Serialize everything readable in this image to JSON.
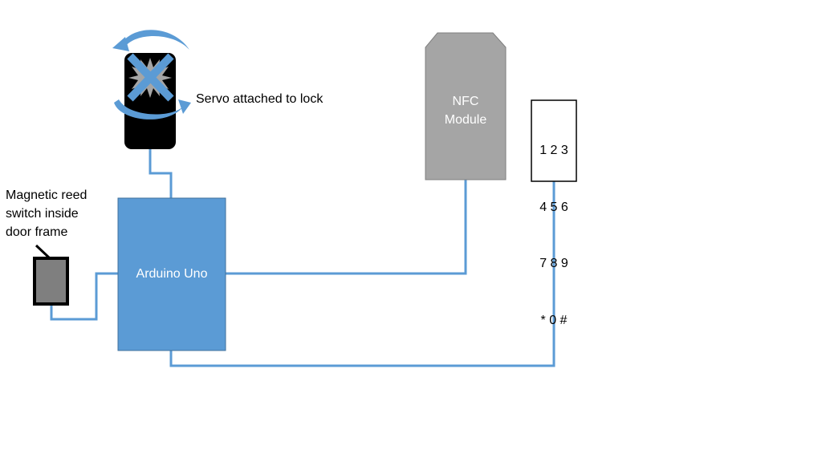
{
  "colors": {
    "arduino_fill": "#5b9bd5",
    "arduino_border": "#41719c",
    "wire": "#5b9bd5",
    "nfc_fill": "#a5a5a5",
    "nfc_border": "#7f7f7f",
    "servo_body": "#000000",
    "servo_cross": "#5b9bd5",
    "reed_fill": "#7f7f7f"
  },
  "servo": {
    "label": "Servo attached to lock",
    "icon": "rotation-arrows-icon"
  },
  "reed_switch": {
    "label_lines": [
      "Magnetic reed",
      "switch inside",
      "door frame"
    ]
  },
  "arduino": {
    "label": "Arduino Uno"
  },
  "nfc": {
    "label_lines": [
      "NFC",
      "Module"
    ]
  },
  "keypad": {
    "rows": [
      "1 2 3",
      "4 5 6",
      "7 8 9",
      "* 0 #"
    ]
  }
}
